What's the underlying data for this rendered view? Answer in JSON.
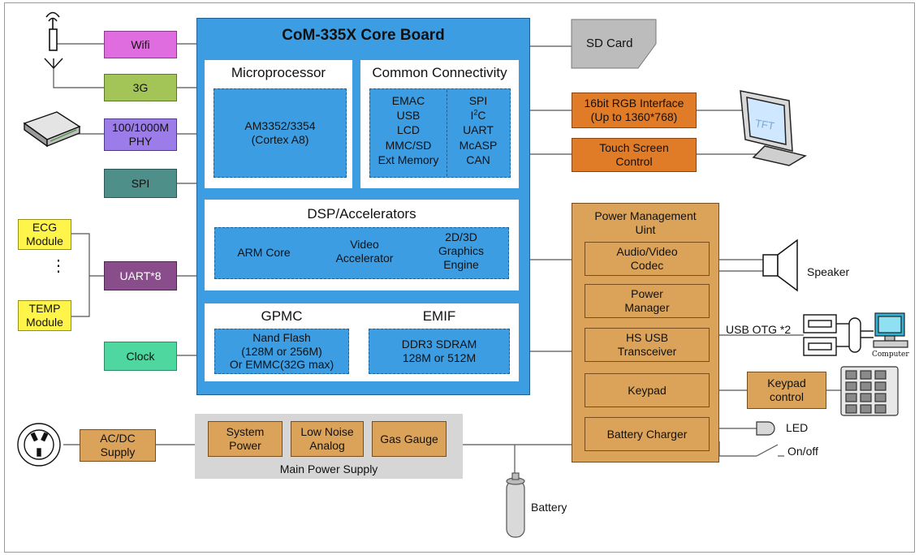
{
  "core_board": {
    "title": "CoM-335X Core Board",
    "microprocessor": {
      "title": "Microprocessor",
      "chip": "AM3352/3354\n(Cortex A8)"
    },
    "connectivity": {
      "title": "Common Connectivity",
      "left_items": "EMAC\nUSB\nLCD\nMMC/SD\nExt Memory",
      "right_items": [
        "SPI",
        "I",
        "2",
        "C",
        "UART",
        "McASP",
        "CAN"
      ]
    },
    "dsp": {
      "title": "DSP/Accelerators",
      "arm_core": "ARM Core",
      "video": "Video\nAccelerator",
      "graphics": "2D/3D\nGraphics\nEngine"
    },
    "memory": {
      "gpmc": "GPMC",
      "emif": "EMIF",
      "nand": "Nand Flash\n(128M or 256M)\nOr EMMC(32G max)",
      "ddr": "DDR3 SDRAM\n128M or 512M"
    }
  },
  "left_interfaces": {
    "wifi": "Wifi",
    "g3": "3G",
    "phy": "100/1000M\nPHY",
    "spi": "SPI",
    "uart": "UART*8",
    "clock": "Clock"
  },
  "modules": {
    "ecg": "ECG\nModule",
    "temp": "TEMP\nModule",
    "ellipsis": "⋮"
  },
  "power_supply": {
    "acdc": "AC/DC\nSupply",
    "system_power": "System\nPower",
    "low_noise": "Low Noise\nAnalog",
    "gas_gauge": "Gas Gauge",
    "label": "Main Power Supply"
  },
  "battery": "Battery",
  "right_side": {
    "sd_card": "SD Card",
    "rgb": "16bit RGB Interface\n(Up to 1360*768)",
    "touch": "Touch Screen\nControl",
    "tft": "TFT"
  },
  "pmu": {
    "title": "Power Management\nUint",
    "codec": "Audio/Video\nCodec",
    "power_manager": "Power\nManager",
    "hs_usb": "HS USB\nTransceiver",
    "keypad": "Keypad",
    "battery_charger": "Battery Charger"
  },
  "peripherals": {
    "speaker": "Speaker",
    "usb_otg": "USB OTG *2",
    "computer": "Computer",
    "keypad_control": "Keypad\ncontrol",
    "led": "LED",
    "onoff": "On/off"
  },
  "colors": {
    "core_blue": "#3d9de2",
    "orange": "#dba35a",
    "dark_orange": "#e07b28",
    "wifi_magenta": "#e06de0",
    "green_3g": "#a3c456",
    "phy_purple": "#9b7ce8",
    "teal": "#4e8f8a",
    "uart_purple": "#8a4d8c",
    "yellow": "#fff44a",
    "gray_panel": "#d6d6d6"
  }
}
